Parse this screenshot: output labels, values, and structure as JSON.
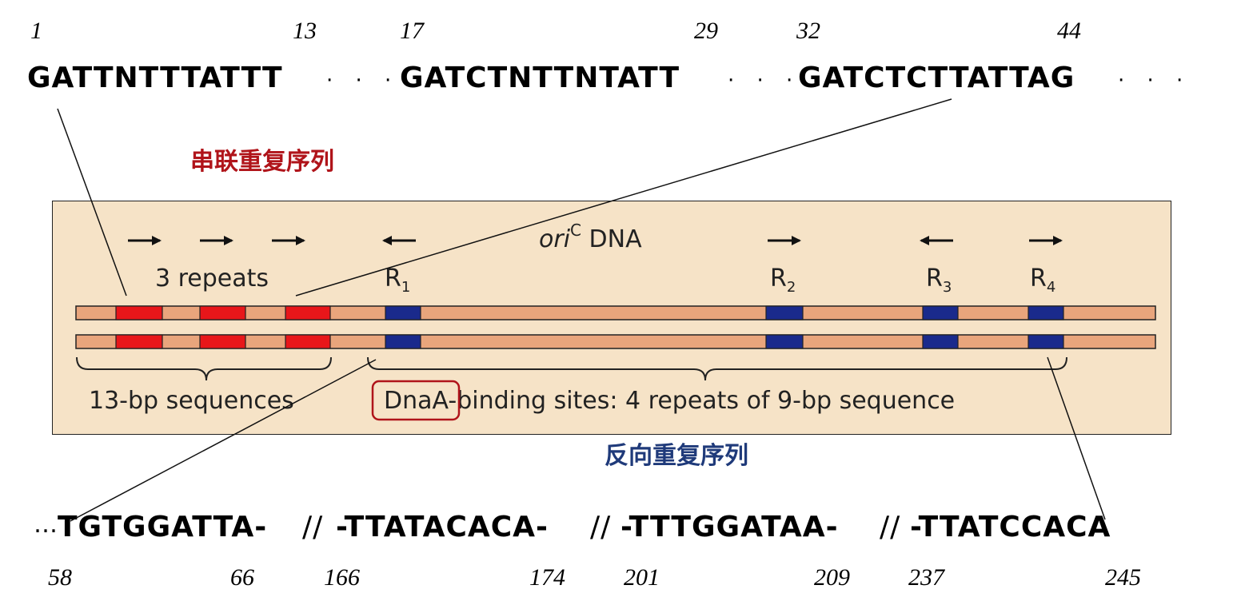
{
  "top": {
    "numbers": [
      "1",
      "13",
      "17",
      "29",
      "32",
      "44"
    ],
    "sequences": [
      "GATTNTTTATTT",
      "GATCTNTTNTATT",
      "GATCTCTTATTAG"
    ],
    "ellipsis": "· · ·"
  },
  "labels": {
    "tandem_repeats": "串联重复序列",
    "inverted_repeats": "反向重复序列"
  },
  "panel": {
    "title_ori": "ori",
    "title_sup": "C",
    "title_dna": " DNA",
    "three_repeats": "3 repeats",
    "r_prefix": "R",
    "r_subs": [
      "1",
      "2",
      "3",
      "4"
    ],
    "bp13": "13-bp sequences",
    "dnaa": "DnaA",
    "dnaa_rest": "-binding sites: 4 repeats of 9-bp sequence"
  },
  "bottom": {
    "lead": "…",
    "sequences": [
      "TGTGGATTA-",
      "-TTATACACA-",
      "-TTTGGATAA-",
      "-TTATCCACA"
    ],
    "separator": "//",
    "numbers": [
      "58",
      "66",
      "166",
      "174",
      "201",
      "209",
      "237",
      "245"
    ]
  },
  "colors": {
    "panel_bg": "#f6e3c7",
    "segment_salmon": "#e9a57c",
    "repeat_red": "#e8161a",
    "site_blue": "#1a2a8c",
    "tandem_label": "#b0141a",
    "inverted_label": "#1f3a7a",
    "highlight_box": "#b0141a"
  }
}
